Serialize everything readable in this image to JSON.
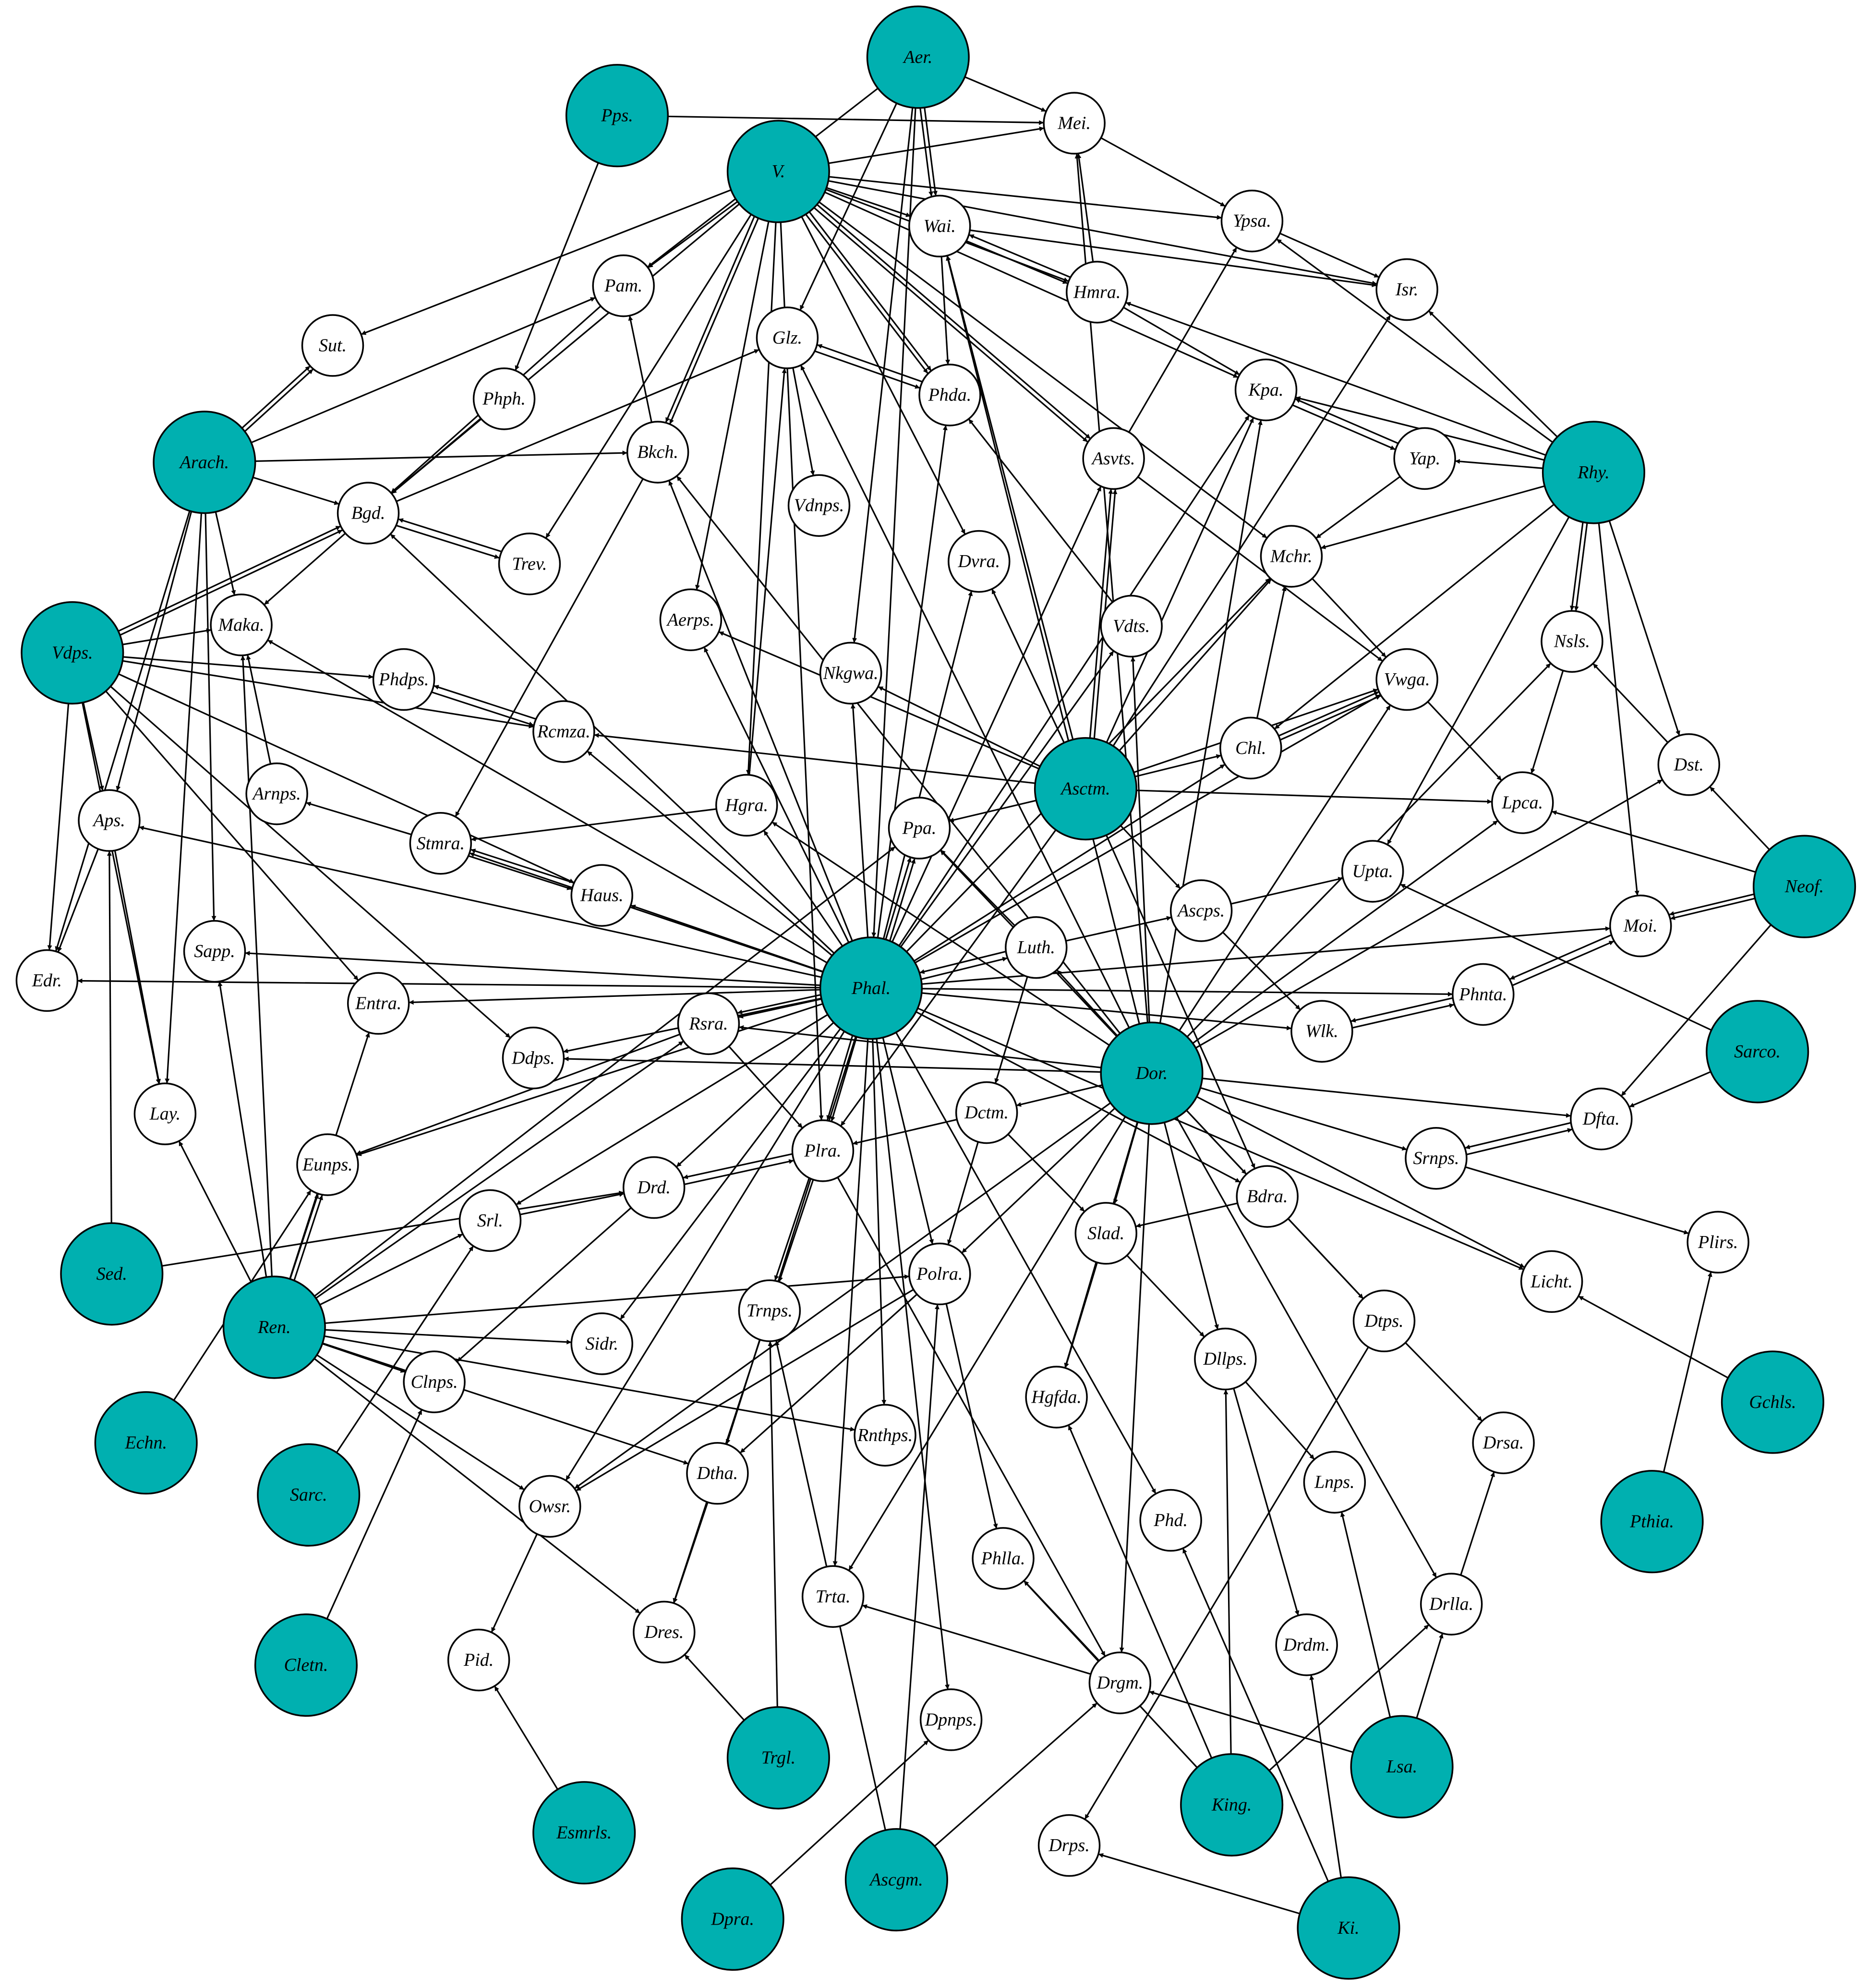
{
  "colors": {
    "root_fill": "#00b0b0",
    "node_fill": "#ffffff",
    "stroke": "#000000"
  },
  "nodes": [
    {
      "id": "Aer.",
      "root": true
    },
    {
      "id": "Pps.",
      "root": true
    },
    {
      "id": "Mei."
    },
    {
      "id": "V.",
      "root": true
    },
    {
      "id": "Ypsa."
    },
    {
      "id": "Wai."
    },
    {
      "id": "Isr."
    },
    {
      "id": "Pam."
    },
    {
      "id": "Hmra."
    },
    {
      "id": "Sut."
    },
    {
      "id": "Glz."
    },
    {
      "id": "Phph."
    },
    {
      "id": "Kpa."
    },
    {
      "id": "Phda."
    },
    {
      "id": "Arach.",
      "root": true
    },
    {
      "id": "Bkch."
    },
    {
      "id": "Asvts."
    },
    {
      "id": "Yap."
    },
    {
      "id": "Rhy.",
      "root": true
    },
    {
      "id": "Bgd."
    },
    {
      "id": "Vdnps."
    },
    {
      "id": "Trev."
    },
    {
      "id": "Dvra."
    },
    {
      "id": "Mchr."
    },
    {
      "id": "Aerps."
    },
    {
      "id": "Vdts."
    },
    {
      "id": "Vdps.",
      "root": true
    },
    {
      "id": "Maka."
    },
    {
      "id": "Nsls."
    },
    {
      "id": "Phdps."
    },
    {
      "id": "Nkgwa."
    },
    {
      "id": "Vwga."
    },
    {
      "id": "Rcmza."
    },
    {
      "id": "Chl."
    },
    {
      "id": "Asctm.",
      "root": true
    },
    {
      "id": "Dst."
    },
    {
      "id": "Aps."
    },
    {
      "id": "Arnps."
    },
    {
      "id": "Hgra."
    },
    {
      "id": "Ppa."
    },
    {
      "id": "Lpca."
    },
    {
      "id": "Stmra."
    },
    {
      "id": "Neof.",
      "root": true
    },
    {
      "id": "Upta."
    },
    {
      "id": "Haus."
    },
    {
      "id": "Ascps."
    },
    {
      "id": "Moi."
    },
    {
      "id": "Sapp."
    },
    {
      "id": "Luth."
    },
    {
      "id": "Edr."
    },
    {
      "id": "Phal.",
      "root": true
    },
    {
      "id": "Entra."
    },
    {
      "id": "Phnta."
    },
    {
      "id": "Rsra."
    },
    {
      "id": "Wlk."
    },
    {
      "id": "Sarco.",
      "root": true
    },
    {
      "id": "Ddps."
    },
    {
      "id": "Dor.",
      "root": true
    },
    {
      "id": "Lay."
    },
    {
      "id": "Dctm."
    },
    {
      "id": "Dfta."
    },
    {
      "id": "Plra."
    },
    {
      "id": "Eunps."
    },
    {
      "id": "Srnps."
    },
    {
      "id": "Drd."
    },
    {
      "id": "Bdra."
    },
    {
      "id": "Srl."
    },
    {
      "id": "Slad."
    },
    {
      "id": "Sed.",
      "root": true
    },
    {
      "id": "Plirs."
    },
    {
      "id": "Licht."
    },
    {
      "id": "Polra."
    },
    {
      "id": "Trnps."
    },
    {
      "id": "Ren.",
      "root": true
    },
    {
      "id": "Dtps."
    },
    {
      "id": "Sidr."
    },
    {
      "id": "Dllps."
    },
    {
      "id": "Clnps."
    },
    {
      "id": "Gchls.",
      "root": true
    },
    {
      "id": "Hgfda."
    },
    {
      "id": "Rnthps."
    },
    {
      "id": "Echn.",
      "root": true
    },
    {
      "id": "Drsa."
    },
    {
      "id": "Dtha."
    },
    {
      "id": "Sarc.",
      "root": true
    },
    {
      "id": "Owsr."
    },
    {
      "id": "Lnps."
    },
    {
      "id": "Phd."
    },
    {
      "id": "Pthia.",
      "root": true
    },
    {
      "id": "Phlla."
    },
    {
      "id": "Trta."
    },
    {
      "id": "Drlla."
    },
    {
      "id": "Dres."
    },
    {
      "id": "Cletn.",
      "root": true
    },
    {
      "id": "Pid."
    },
    {
      "id": "Drdm."
    },
    {
      "id": "Drgm."
    },
    {
      "id": "Dpnps."
    },
    {
      "id": "Trgl.",
      "root": true
    },
    {
      "id": "Lsa.",
      "root": true
    },
    {
      "id": "King.",
      "root": true
    },
    {
      "id": "Esmrls.",
      "root": true
    },
    {
      "id": "Ascgm.",
      "root": true
    },
    {
      "id": "Drps."
    },
    {
      "id": "Dpra.",
      "root": true
    },
    {
      "id": "Ki.",
      "root": true
    }
  ],
  "edges": [
    [
      "Aer.",
      "Mei."
    ],
    [
      "Aer.",
      "Wai."
    ],
    [
      "Aer.",
      "Wai."
    ],
    [
      "Aer.",
      "Nkgwa."
    ],
    [
      "Aer.",
      "Glz."
    ],
    [
      "Aer.",
      "Pam."
    ],
    [
      "Aer.",
      "Phal."
    ],
    [
      "Pps.",
      "Mei."
    ],
    [
      "Pps.",
      "Phph."
    ],
    [
      "V.",
      "Mei."
    ],
    [
      "V.",
      "Wai."
    ],
    [
      "V.",
      "Ypsa."
    ],
    [
      "V.",
      "Isr."
    ],
    [
      "V.",
      "Pam."
    ],
    [
      "V.",
      "Sut."
    ],
    [
      "V.",
      "Bkch."
    ],
    [
      "V.",
      "Bkch."
    ],
    [
      "V.",
      "Phda."
    ],
    [
      "V.",
      "Phda."
    ],
    [
      "V.",
      "Hmra."
    ],
    [
      "V.",
      "Asvts."
    ],
    [
      "V.",
      "Asvts."
    ],
    [
      "V.",
      "Kpa."
    ],
    [
      "V.",
      "Dvra."
    ],
    [
      "V.",
      "Trev."
    ],
    [
      "V.",
      "Hgra."
    ],
    [
      "V.",
      "Plra."
    ],
    [
      "V.",
      "Aerps."
    ],
    [
      "V.",
      "Bgd."
    ],
    [
      "V.",
      "Mchr."
    ],
    [
      "Mei.",
      "Ypsa."
    ],
    [
      "Ypsa.",
      "Isr."
    ],
    [
      "Wai.",
      "Hmra."
    ],
    [
      "Hmra.",
      "Wai."
    ],
    [
      "Wai.",
      "Phda."
    ],
    [
      "Wai.",
      "Isr."
    ],
    [
      "Hmra.",
      "Kpa."
    ],
    [
      "Hmra.",
      "Mei."
    ],
    [
      "Glz.",
      "Vdnps."
    ],
    [
      "Glz.",
      "Phda."
    ],
    [
      "Phda.",
      "Glz."
    ],
    [
      "Kpa.",
      "Yap."
    ],
    [
      "Yap.",
      "Kpa."
    ],
    [
      "Arach.",
      "Sut."
    ],
    [
      "Arach.",
      "Sut."
    ],
    [
      "Arach.",
      "Pam."
    ],
    [
      "Arach.",
      "Bkch."
    ],
    [
      "Arach.",
      "Maka."
    ],
    [
      "Arach.",
      "Aps."
    ],
    [
      "Arach.",
      "Lay."
    ],
    [
      "Arach.",
      "Sapp."
    ],
    [
      "Arach.",
      "Edr."
    ],
    [
      "Arach.",
      "Bgd."
    ],
    [
      "Phph.",
      "Bgd."
    ],
    [
      "Pam.",
      "Bgd."
    ],
    [
      "Bgd.",
      "Glz."
    ],
    [
      "Bgd.",
      "Trev."
    ],
    [
      "Trev.",
      "Bgd."
    ],
    [
      "Bgd.",
      "Maka."
    ],
    [
      "Bkch.",
      "Stmra."
    ],
    [
      "Bkch.",
      "Pam."
    ],
    [
      "Rhy.",
      "Yap."
    ],
    [
      "Rhy.",
      "Hmra."
    ],
    [
      "Rhy.",
      "Isr."
    ],
    [
      "Rhy.",
      "Ypsa."
    ],
    [
      "Rhy.",
      "Kpa."
    ],
    [
      "Rhy.",
      "Mchr."
    ],
    [
      "Rhy.",
      "Nsls."
    ],
    [
      "Rhy.",
      "Nsls."
    ],
    [
      "Rhy.",
      "Dst."
    ],
    [
      "Rhy.",
      "Moi."
    ],
    [
      "Rhy.",
      "Upta."
    ],
    [
      "Rhy.",
      "Chl."
    ],
    [
      "Yap.",
      "Mchr."
    ],
    [
      "Vdps.",
      "Maka."
    ],
    [
      "Vdps.",
      "Phdps."
    ],
    [
      "Vdps.",
      "Rcmza."
    ],
    [
      "Vdps.",
      "Bgd."
    ],
    [
      "Vdps.",
      "Bgd."
    ],
    [
      "Vdps.",
      "Aps."
    ],
    [
      "Vdps.",
      "Edr."
    ],
    [
      "Vdps.",
      "Lay."
    ],
    [
      "Vdps.",
      "Entra."
    ],
    [
      "Vdps.",
      "Ddps."
    ],
    [
      "Vdps.",
      "Haus."
    ],
    [
      "Phdps.",
      "Rcmza."
    ],
    [
      "Rcmza.",
      "Phdps."
    ],
    [
      "Nsls.",
      "Lpca."
    ],
    [
      "Dst.",
      "Nsls."
    ],
    [
      "Asctm.",
      "Rcmza."
    ],
    [
      "Asctm.",
      "Lpca."
    ],
    [
      "Asctm.",
      "Ppa."
    ],
    [
      "Asctm.",
      "Chl."
    ],
    [
      "Asctm.",
      "Vwga."
    ],
    [
      "Asctm.",
      "Mchr."
    ],
    [
      "Asctm.",
      "Asvts."
    ],
    [
      "Asctm.",
      "Asvts."
    ],
    [
      "Asctm.",
      "Kpa."
    ],
    [
      "Asctm.",
      "Wai."
    ],
    [
      "Asctm.",
      "Isr."
    ],
    [
      "Asctm.",
      "Ascps."
    ],
    [
      "Asctm.",
      "Nkgwa."
    ],
    [
      "Asctm.",
      "Dvra."
    ],
    [
      "Asctm.",
      "Bdra."
    ],
    [
      "Asctm.",
      "Plra."
    ],
    [
      "Asctm.",
      "Aerps."
    ],
    [
      "Asvts.",
      "Ypsa."
    ],
    [
      "Asvts.",
      "Vwga."
    ],
    [
      "Vdts.",
      "Phda."
    ],
    [
      "Chl.",
      "Vwga."
    ],
    [
      "Chl.",
      "Vwga."
    ],
    [
      "Chl.",
      "Mchr."
    ],
    [
      "Vwga.",
      "Lpca."
    ],
    [
      "Mchr.",
      "Vwga."
    ],
    [
      "Aps.",
      "Edr."
    ],
    [
      "Aps.",
      "Lay."
    ],
    [
      "Arnps.",
      "Maka."
    ],
    [
      "Hgra.",
      "Stmra."
    ],
    [
      "Hgra.",
      "Glz."
    ],
    [
      "Stmra.",
      "Arnps."
    ],
    [
      "Stmra.",
      "Haus."
    ],
    [
      "Haus.",
      "Stmra."
    ],
    [
      "Neof.",
      "Lpca."
    ],
    [
      "Neof.",
      "Moi."
    ],
    [
      "Neof.",
      "Moi."
    ],
    [
      "Neof.",
      "Dfta."
    ],
    [
      "Neof.",
      "Dst."
    ],
    [
      "Ascps.",
      "Upta."
    ],
    [
      "Ascps.",
      "Wlk."
    ],
    [
      "Moi.",
      "Phnta."
    ],
    [
      "Phnta.",
      "Moi."
    ],
    [
      "Phnta.",
      "Wlk."
    ],
    [
      "Wlk.",
      "Phnta."
    ],
    [
      "Sarco.",
      "Upta."
    ],
    [
      "Sarco.",
      "Dfta."
    ],
    [
      "Phal.",
      "Sapp."
    ],
    [
      "Phal.",
      "Edr."
    ],
    [
      "Phal.",
      "Entra."
    ],
    [
      "Phal.",
      "Rsra."
    ],
    [
      "Phal.",
      "Rsra."
    ],
    [
      "Phal.",
      "Ddps."
    ],
    [
      "Phal.",
      "Plra."
    ],
    [
      "Phal.",
      "Plra."
    ],
    [
      "Phal.",
      "Drd."
    ],
    [
      "Phal.",
      "Srl."
    ],
    [
      "Phal.",
      "Sidr."
    ],
    [
      "Phal.",
      "Owsr."
    ],
    [
      "Phal.",
      "Polra."
    ],
    [
      "Phal.",
      "Trta."
    ],
    [
      "Phal.",
      "Rnthps."
    ],
    [
      "Phal.",
      "Dpnps."
    ],
    [
      "Phal.",
      "Phd."
    ],
    [
      "Phal.",
      "Hgra."
    ],
    [
      "Phal.",
      "Ppa."
    ],
    [
      "Phal.",
      "Ppa."
    ],
    [
      "Phal.",
      "Phda."
    ],
    [
      "Phal.",
      "Luth."
    ],
    [
      "Phal.",
      "Moi."
    ],
    [
      "Phal.",
      "Phnta."
    ],
    [
      "Phal.",
      "Wlk."
    ],
    [
      "Phal.",
      "Haus."
    ],
    [
      "Phal.",
      "Aps."
    ],
    [
      "Phal.",
      "Maka."
    ],
    [
      "Phal.",
      "Bgd."
    ],
    [
      "Phal.",
      "Rcmza."
    ],
    [
      "Phal.",
      "Aerps."
    ],
    [
      "Phal.",
      "Bkch."
    ],
    [
      "Phal.",
      "Stmra."
    ],
    [
      "Phal.",
      "Vdts."
    ],
    [
      "Phal.",
      "Dvra."
    ],
    [
      "Phal.",
      "Nkgwa."
    ],
    [
      "Phal.",
      "Asvts."
    ],
    [
      "Phal.",
      "Chl."
    ],
    [
      "Phal.",
      "Mchr."
    ],
    [
      "Phal.",
      "Vwga."
    ],
    [
      "Phal.",
      "Kpa."
    ],
    [
      "Phal.",
      "Eunps."
    ],
    [
      "Phal.",
      "Dtha."
    ],
    [
      "Phal.",
      "Bdra."
    ],
    [
      "Phal.",
      "Licht."
    ],
    [
      "Dor.",
      "Ddps."
    ],
    [
      "Dor.",
      "Dctm."
    ],
    [
      "Dor.",
      "Slad."
    ],
    [
      "Dor.",
      "Hgfda."
    ],
    [
      "Dor.",
      "Dllps."
    ],
    [
      "Dor.",
      "Drgm."
    ],
    [
      "Dor.",
      "Dtps."
    ],
    [
      "Dor.",
      "Srnps."
    ],
    [
      "Dor.",
      "Dfta."
    ],
    [
      "Dor.",
      "Licht."
    ],
    [
      "Dor.",
      "Drlla."
    ],
    [
      "Dor.",
      "Bdra."
    ],
    [
      "Dor.",
      "Trta."
    ],
    [
      "Dor.",
      "Owsr."
    ],
    [
      "Dor.",
      "Polra."
    ],
    [
      "Dor.",
      "Rsra."
    ],
    [
      "Dor.",
      "Luth."
    ],
    [
      "Dor.",
      "Lpca."
    ],
    [
      "Dor.",
      "Dst."
    ],
    [
      "Dor.",
      "Vwga."
    ],
    [
      "Dor.",
      "Vdts."
    ],
    [
      "Dor.",
      "Ppa."
    ],
    [
      "Dor.",
      "Hgra."
    ],
    [
      "Dor.",
      "Glz."
    ],
    [
      "Dor.",
      "Bkch."
    ],
    [
      "Dor.",
      "Wai."
    ],
    [
      "Dor.",
      "Kpa."
    ],
    [
      "Dor.",
      "Mei."
    ],
    [
      "Dor.",
      "Nsls."
    ],
    [
      "Luth.",
      "Ascps."
    ],
    [
      "Luth.",
      "Dctm."
    ],
    [
      "Luth.",
      "Ppa."
    ],
    [
      "Luth.",
      "Phal."
    ],
    [
      "Rsra.",
      "Eunps."
    ],
    [
      "Rsra.",
      "Plra."
    ],
    [
      "Dctm.",
      "Plra."
    ],
    [
      "Dctm.",
      "Polra."
    ],
    [
      "Dctm.",
      "Slad."
    ],
    [
      "Dfta.",
      "Srnps."
    ],
    [
      "Srnps.",
      "Dfta."
    ],
    [
      "Srnps.",
      "Plirs."
    ],
    [
      "Plra.",
      "Drd."
    ],
    [
      "Drd.",
      "Plra."
    ],
    [
      "Plra.",
      "Trnps."
    ],
    [
      "Plra.",
      "Trnps."
    ],
    [
      "Plra.",
      "Drgm."
    ],
    [
      "Drd.",
      "Clnps."
    ],
    [
      "Srl.",
      "Drd."
    ],
    [
      "Bdra.",
      "Slad."
    ],
    [
      "Bdra.",
      "Dtps."
    ],
    [
      "Slad.",
      "Hgfda."
    ],
    [
      "Slad.",
      "Dllps."
    ],
    [
      "Sed.",
      "Drd."
    ],
    [
      "Sed.",
      "Aps."
    ],
    [
      "Ren.",
      "Entra."
    ],
    [
      "Ren.",
      "Eunps."
    ],
    [
      "Ren.",
      "Eunps."
    ],
    [
      "Ren.",
      "Ppa."
    ],
    [
      "Ren.",
      "Rsra."
    ],
    [
      "Ren.",
      "Srl."
    ],
    [
      "Ren.",
      "Sidr."
    ],
    [
      "Ren.",
      "Polra."
    ],
    [
      "Ren.",
      "Clnps."
    ],
    [
      "Ren.",
      "Owsr."
    ],
    [
      "Ren.",
      "Dres."
    ],
    [
      "Ren.",
      "Dtha."
    ],
    [
      "Ren.",
      "Rnthps."
    ],
    [
      "Ren.",
      "Sapp."
    ],
    [
      "Ren.",
      "Maka."
    ],
    [
      "Ren.",
      "Lay."
    ],
    [
      "Polra.",
      "Dtha."
    ],
    [
      "Polra.",
      "Phlla."
    ],
    [
      "Polra.",
      "Owsr."
    ],
    [
      "Trnps.",
      "Dres."
    ],
    [
      "Dtps.",
      "Drsa."
    ],
    [
      "Dtps.",
      "Drps."
    ],
    [
      "Dllps.",
      "Lnps."
    ],
    [
      "Dllps.",
      "Drdm."
    ],
    [
      "Gchls.",
      "Licht."
    ],
    [
      "Pthia.",
      "Plirs."
    ],
    [
      "Echn.",
      "Eunps."
    ],
    [
      "Sarc.",
      "Srl."
    ],
    [
      "Cletn.",
      "Clnps."
    ],
    [
      "Owsr.",
      "Pid."
    ],
    [
      "Dtha.",
      "Dres."
    ],
    [
      "Drlla.",
      "Drsa."
    ],
    [
      "Drgm.",
      "Trta."
    ],
    [
      "Drgm.",
      "Phlla."
    ],
    [
      "Trgl.",
      "Dres."
    ],
    [
      "Trgl.",
      "Trnps."
    ],
    [
      "Lsa.",
      "Lnps."
    ],
    [
      "Lsa.",
      "Drlla."
    ],
    [
      "Lsa.",
      "Drgm."
    ],
    [
      "King.",
      "Hgfda."
    ],
    [
      "King.",
      "Dllps."
    ],
    [
      "King.",
      "Drlla."
    ],
    [
      "King.",
      "Phlla."
    ],
    [
      "Esmrls.",
      "Pid."
    ],
    [
      "Ascgm.",
      "Polra."
    ],
    [
      "Ascgm.",
      "Drgm."
    ],
    [
      "Ascgm.",
      "Trnps."
    ],
    [
      "Dpra.",
      "Dpnps."
    ],
    [
      "Ki.",
      "Drps."
    ],
    [
      "Ki.",
      "Drdm."
    ],
    [
      "Ki.",
      "Phd."
    ]
  ]
}
